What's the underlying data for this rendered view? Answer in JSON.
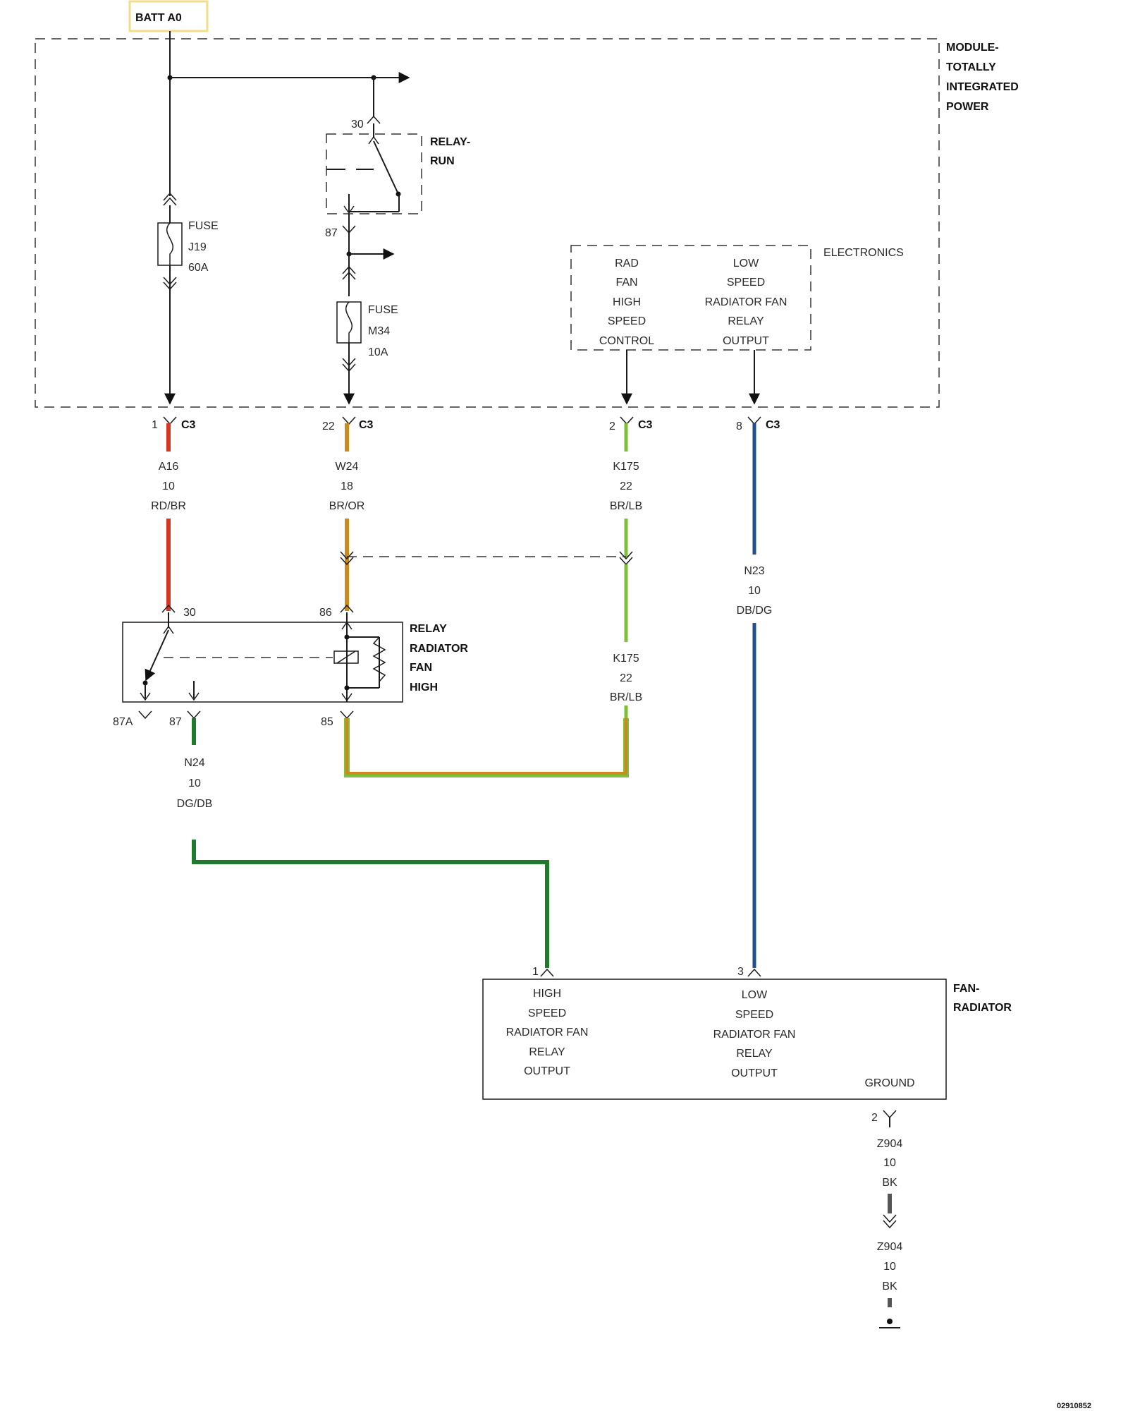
{
  "battery": {
    "label": "BATT A0"
  },
  "module": {
    "name": [
      "MODULE-",
      "TOTALLY",
      "INTEGRATED",
      "POWER"
    ]
  },
  "relay_run": {
    "name": [
      "RELAY-",
      "RUN"
    ],
    "pin_30": "30",
    "pin_87": "87"
  },
  "fuse_j19": {
    "lines": [
      "FUSE",
      "J19",
      "60A"
    ]
  },
  "fuse_m34": {
    "lines": [
      "FUSE",
      "M34",
      "10A"
    ]
  },
  "electronics": {
    "label": "ELECTRONICS",
    "left_block": [
      "RAD",
      "FAN",
      "HIGH",
      "SPEED",
      "CONTROL"
    ],
    "right_block": [
      "LOW",
      "SPEED",
      "RADIATOR FAN",
      "RELAY",
      "OUTPUT"
    ]
  },
  "connectors": [
    {
      "pin": "1",
      "name": "C3"
    },
    {
      "pin": "22",
      "name": "C3"
    },
    {
      "pin": "2",
      "name": "C3"
    },
    {
      "pin": "8",
      "name": "C3"
    }
  ],
  "wires": {
    "a16": {
      "circuit": "A16",
      "gauge": "10",
      "color": "RD/BR",
      "hex": "#d9341f"
    },
    "w24": {
      "circuit": "W24",
      "gauge": "18",
      "color": "BR/OR",
      "hex": "#c98b1e"
    },
    "k175_top": {
      "circuit": "K175",
      "gauge": "22",
      "color": "BR/LB",
      "hex": "#7fbf3a"
    },
    "k175_mid": {
      "circuit": "K175",
      "gauge": "22",
      "color": "BR/LB",
      "hex": "#7fbf3a"
    },
    "n23": {
      "circuit": "N23",
      "gauge": "10",
      "color": "DB/DG",
      "hex": "#1f4f8f"
    },
    "n24": {
      "circuit": "N24",
      "gauge": "10",
      "color": "DG/DB",
      "hex": "#1f7a2e"
    },
    "z904_a": {
      "circuit": "Z904",
      "gauge": "10",
      "color": "BK",
      "hex": "#555555"
    },
    "z904_b": {
      "circuit": "Z904",
      "gauge": "10",
      "color": "BK",
      "hex": "#555555"
    }
  },
  "relay_fan_high": {
    "name": [
      "RELAY",
      "RADIATOR",
      "FAN",
      "HIGH"
    ],
    "pins": {
      "p30": "30",
      "p86": "86",
      "p87a": "87A",
      "p87": "87",
      "p85": "85"
    }
  },
  "fan_radiator": {
    "name": [
      "FAN-",
      "RADIATOR"
    ],
    "high_block": [
      "HIGH",
      "SPEED",
      "RADIATOR FAN",
      "RELAY",
      "OUTPUT"
    ],
    "low_block": [
      "LOW",
      "SPEED",
      "RADIATOR FAN",
      "RELAY",
      "OUTPUT"
    ],
    "ground_label": "GROUND",
    "pin_1": "1",
    "pin_3": "3",
    "pin_2": "2"
  },
  "doc_number": "02910852"
}
